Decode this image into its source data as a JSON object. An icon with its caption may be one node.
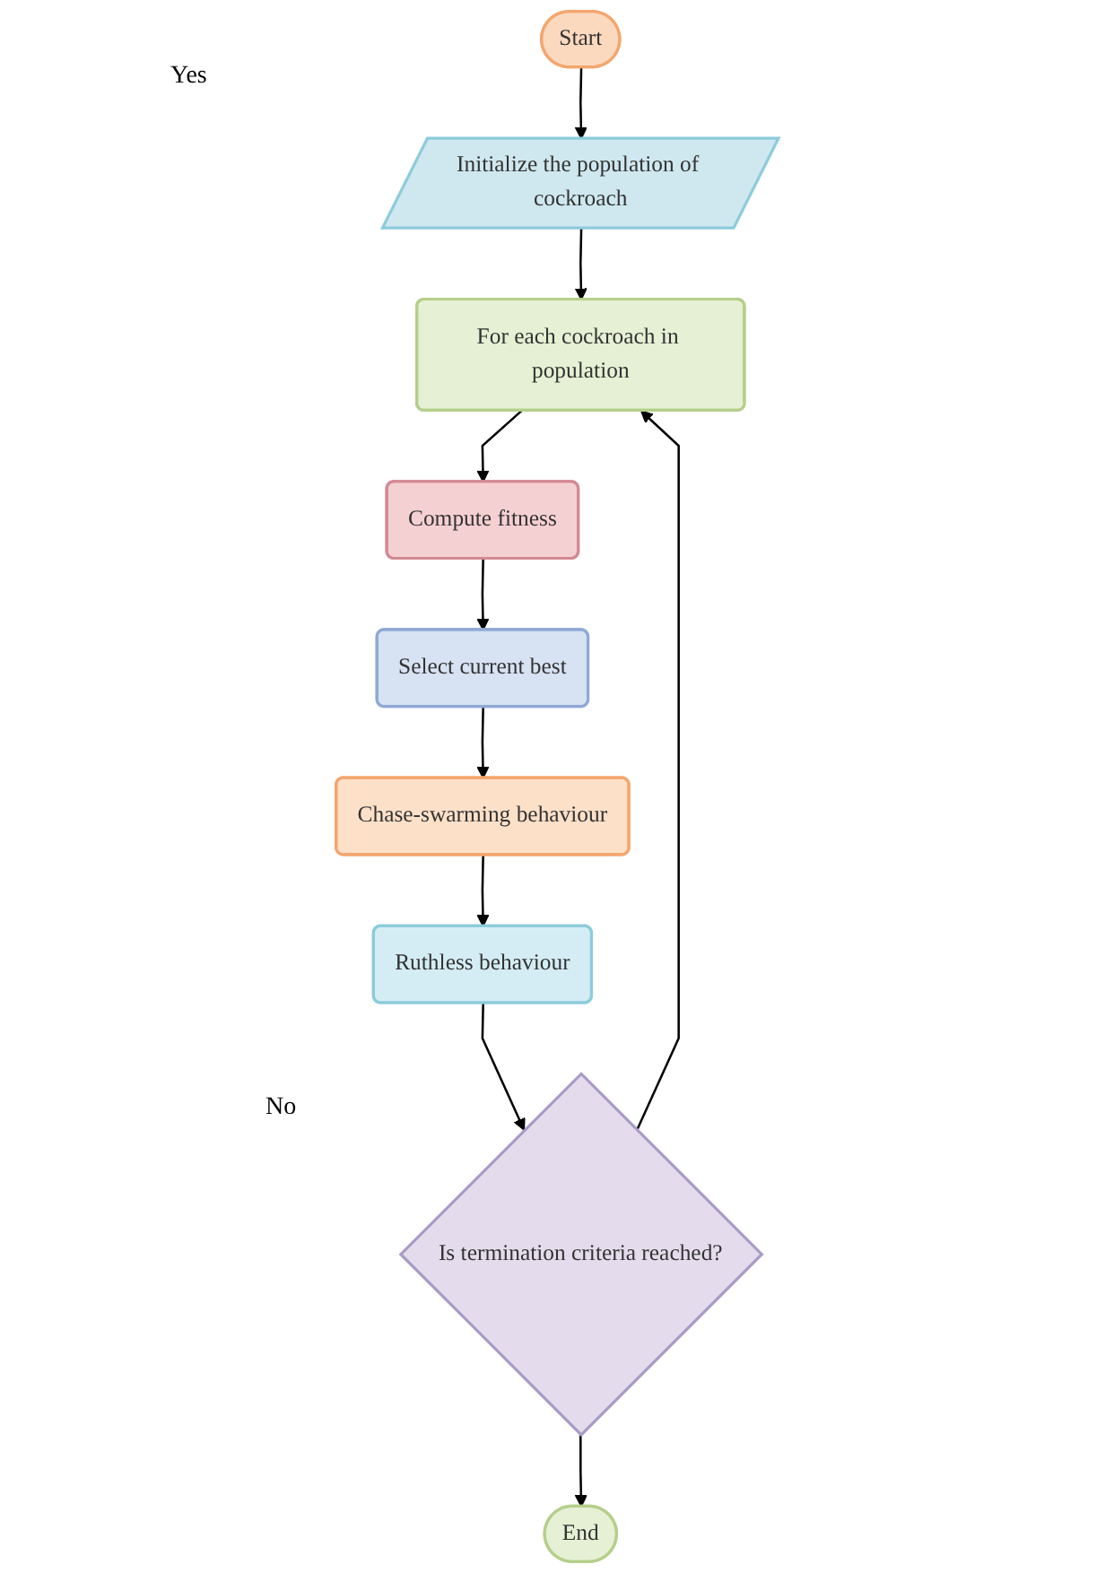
{
  "diagram": {
    "nodes": [
      {
        "text": [
          "Start"
        ]
      },
      {
        "text": [
          "Initialize the population of cockroach"
        ]
      },
      {
        "text": [
          "For each cockroach in population"
        ]
      },
      {
        "text": [
          "Compute fitness"
        ]
      },
      {
        "text": [
          "Select current best"
        ]
      },
      {
        "text": [
          "Chase-swarming behaviour"
        ]
      },
      {
        "text": [
          "Ruthless behaviour"
        ]
      },
      {
        "text": [
          "Is termination criteria reached?"
        ]
      },
      {
        "text": [
          "End"
        ]
      }
    ],
    "edges": [
      {
        "from": 0,
        "to": 1,
        "arrow": "to"
      },
      {
        "from": 1,
        "to": 2,
        "arrow": "to"
      },
      {
        "from": 2,
        "to": 3,
        "arrow": "to"
      },
      {
        "from": 3,
        "to": 4,
        "arrow": "to"
      },
      {
        "from": 4,
        "to": 5,
        "arrow": "to"
      },
      {
        "from": 5,
        "to": 6,
        "arrow": "to"
      },
      {
        "from": 6,
        "to": 7,
        "arrow": "to"
      },
      {
        "from": 7,
        "to": 8,
        "arrow": "to"
      },
      {
        "from": 7,
        "to": 2,
        "arrow": "to"
      }
    ],
    "labels": [
      "Yes",
      "No"
    ]
  }
}
